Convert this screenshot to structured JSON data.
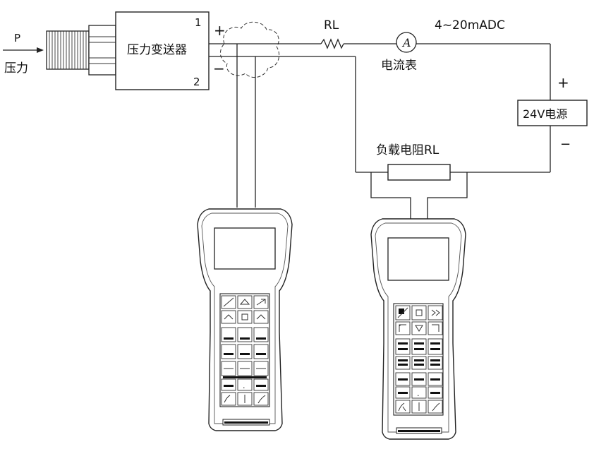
{
  "labels": {
    "pressure_symbol": "P",
    "pressure_text": "压力",
    "transmitter": "压力变送器",
    "terminal_1": "1",
    "terminal_2": "2",
    "plus_transmitter": "+",
    "minus_transmitter": "−",
    "resistor_top": "RL",
    "current_range": "4~20mADC",
    "ammeter_symbol": "A",
    "ammeter_label": "电流表",
    "supply_plus": "+",
    "supply_label": "24V电源",
    "supply_minus": "−",
    "load_resistor_label": "负载电阻RL",
    "keypad_dot": "."
  }
}
